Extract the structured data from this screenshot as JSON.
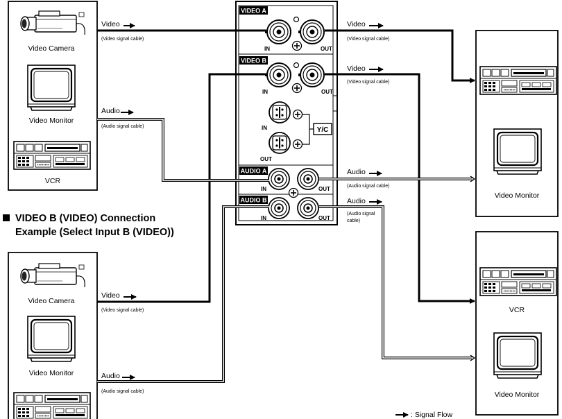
{
  "left_devices_top": {
    "camera_label": "Video Camera",
    "monitor_label": "Video Monitor",
    "vcr_label": "VCR"
  },
  "left_devices_bottom": {
    "camera_label": "Video Camera",
    "monitor_label": "Video Monitor"
  },
  "section_heading": {
    "line1": "VIDEO B (VIDEO) Connection",
    "line2": "Example (Select Input B (VIDEO))"
  },
  "cables": {
    "video_label": "Video",
    "audio_label": "Audio",
    "video_cable_note": "(Video signal cable)",
    "audio_cable_note": "(Audio signal cable)",
    "audio_cable_note_split_1": "(Audio signal",
    "audio_cable_note_split_2": "cable)"
  },
  "panel": {
    "video_a": "VIDEO A",
    "video_b": "VIDEO B",
    "audio_a": "AUDIO A",
    "audio_b": "AUDIO B",
    "yc": "Y/C",
    "in": "IN",
    "out": "OUT"
  },
  "right_devices_top": {
    "monitor_label": "Video Monitor"
  },
  "right_devices_bottom": {
    "vcr_label": "VCR",
    "monitor_label": "Video Monitor"
  },
  "legend": {
    "signal_flow": ": Signal Flow"
  },
  "icons": [
    "video-camera-icon",
    "video-monitor-icon",
    "vcr-icon",
    "bnc-connector-icon",
    "rca-connector-icon",
    "s-video-connector-icon",
    "signal-flow-arrow-icon"
  ]
}
